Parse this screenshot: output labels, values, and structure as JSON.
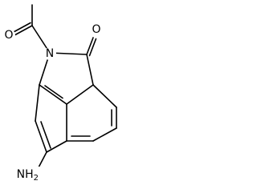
{
  "molecule": {
    "atoms": {
      "acetyl_oxygen": "O",
      "ring_nitrogen": "N",
      "lactam_oxygen": "O",
      "amine_group": "NH2"
    },
    "amine_parts": {
      "main": "NH",
      "subscript": "2"
    }
  }
}
